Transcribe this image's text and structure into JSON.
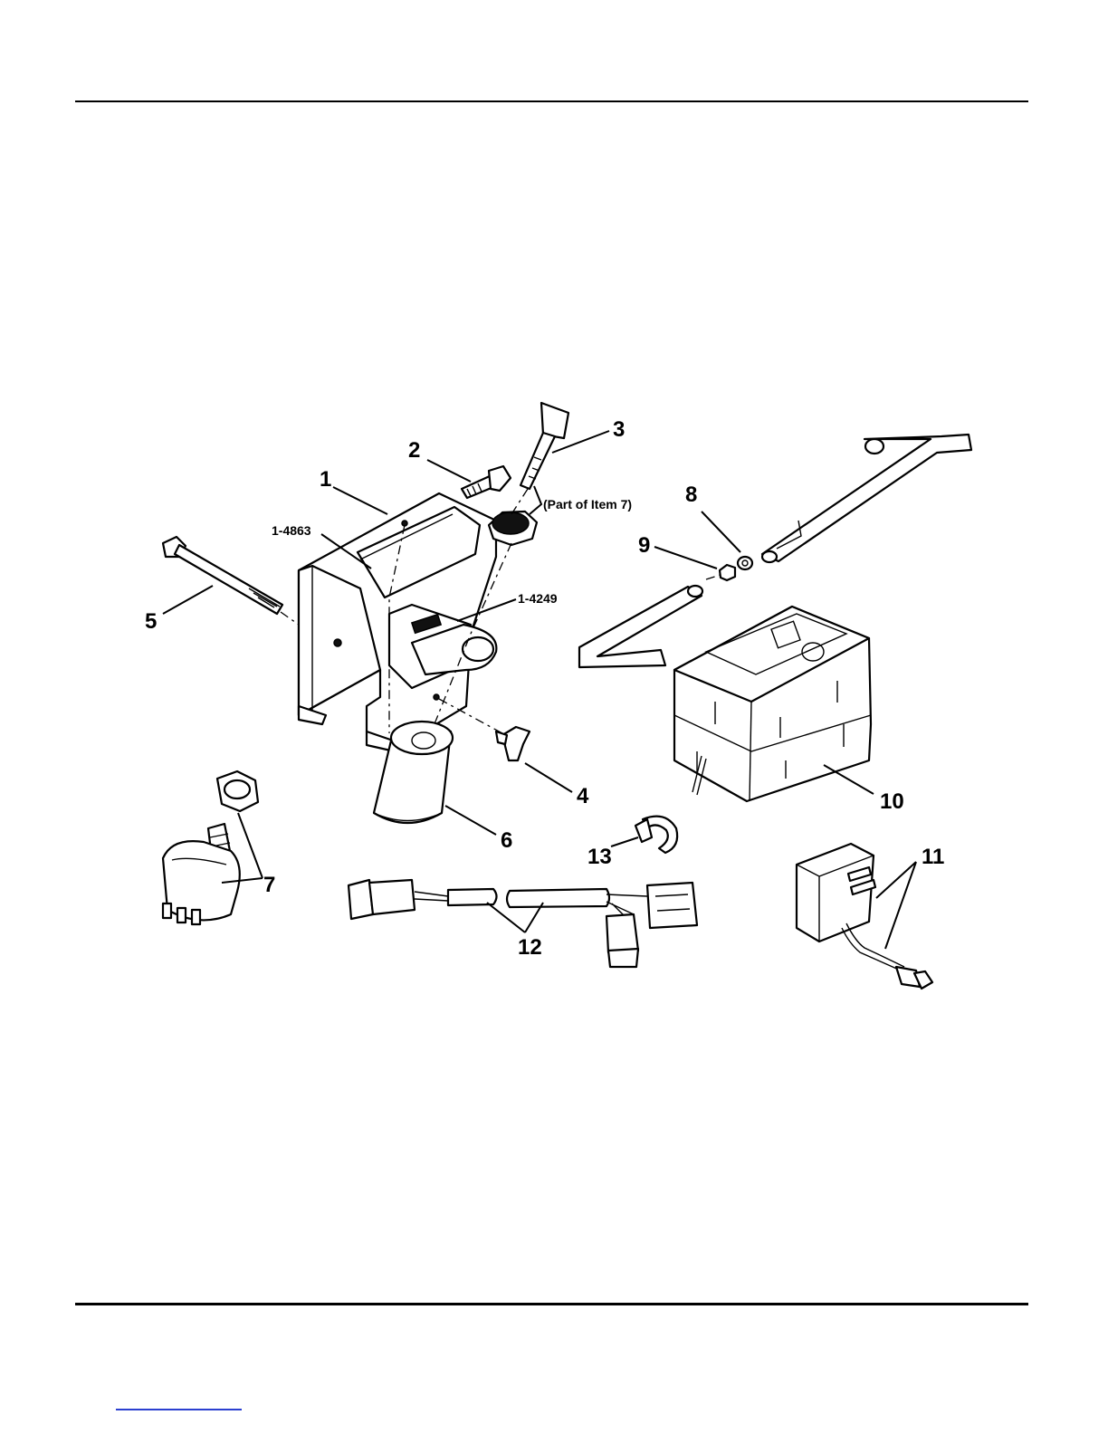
{
  "diagram": {
    "callouts": [
      {
        "id": "1",
        "text": "1"
      },
      {
        "id": "2",
        "text": "2"
      },
      {
        "id": "3",
        "text": "3"
      },
      {
        "id": "4",
        "text": "4"
      },
      {
        "id": "5",
        "text": "5"
      },
      {
        "id": "6",
        "text": "6"
      },
      {
        "id": "7",
        "text": "7"
      },
      {
        "id": "8",
        "text": "8"
      },
      {
        "id": "9",
        "text": "9"
      },
      {
        "id": "10",
        "text": "10"
      },
      {
        "id": "11",
        "text": "11"
      },
      {
        "id": "12",
        "text": "12"
      },
      {
        "id": "13",
        "text": "13"
      }
    ],
    "decal_1": "1-4863",
    "decal_2": "1-4249",
    "note": "(Part of Item 7)"
  },
  "colors": {
    "rule": "#000000",
    "link_underline": "#2b3fd0"
  }
}
